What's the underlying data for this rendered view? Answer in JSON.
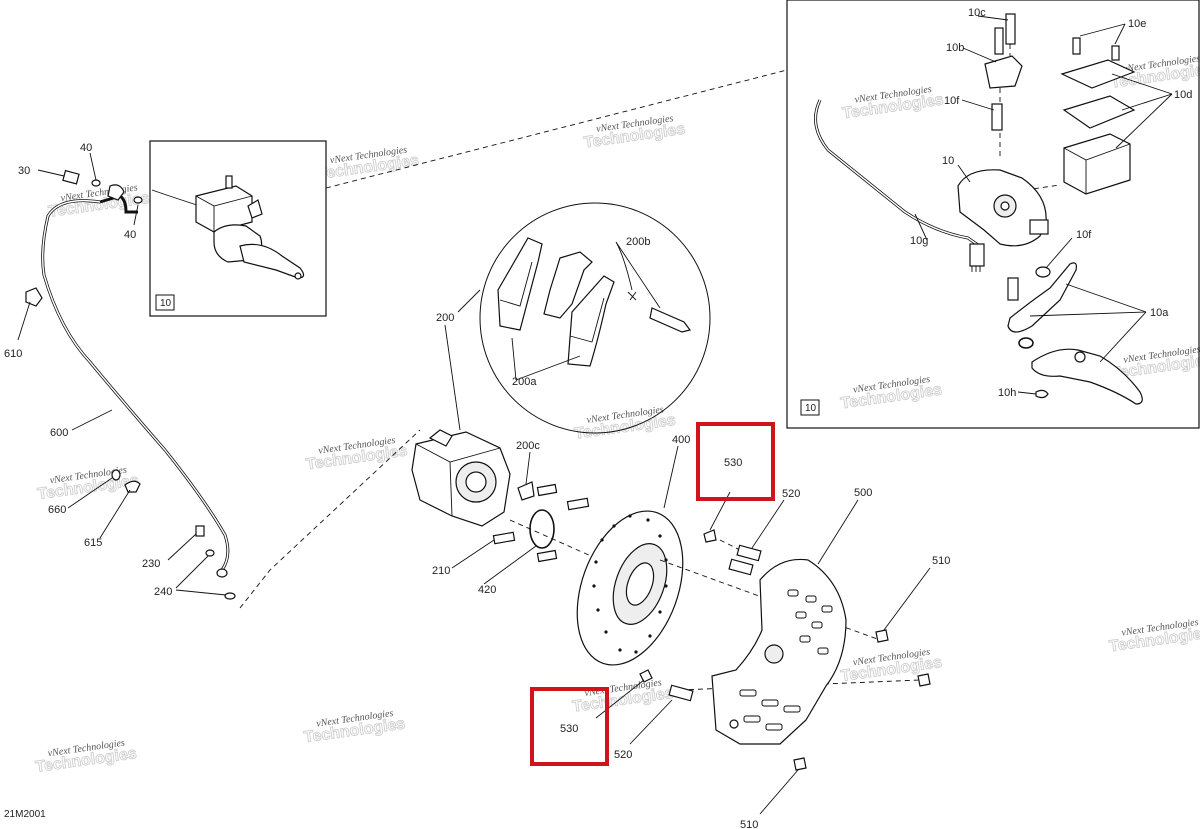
{
  "diagram_code": "21M2001",
  "watermark": {
    "line1": "vNext Technologies",
    "line2": "Technologies"
  },
  "inset_refs": [
    "10",
    "10"
  ],
  "callouts": {
    "c30": "30",
    "c40a": "40",
    "c40b": "40",
    "c610": "610",
    "c600": "600",
    "c660": "660",
    "c615": "615",
    "c230": "230",
    "c240": "240",
    "c200": "200",
    "c200a": "200a",
    "c200b": "200b",
    "c200c": "200c",
    "c210": "210",
    "c420": "420",
    "c400": "400",
    "c530a": "530",
    "c530b": "530",
    "c520a": "520",
    "c520b": "520",
    "c500": "500",
    "c510a": "510",
    "c510b": "510",
    "c10": "10",
    "c10b": "10b",
    "c10c": "10c",
    "c10d": "10d",
    "c10e": "10e",
    "c10f1": "10f",
    "c10f2": "10f",
    "c10g": "10g",
    "c10a": "10a",
    "c10h": "10h"
  },
  "highlight_color": "#d0141b"
}
